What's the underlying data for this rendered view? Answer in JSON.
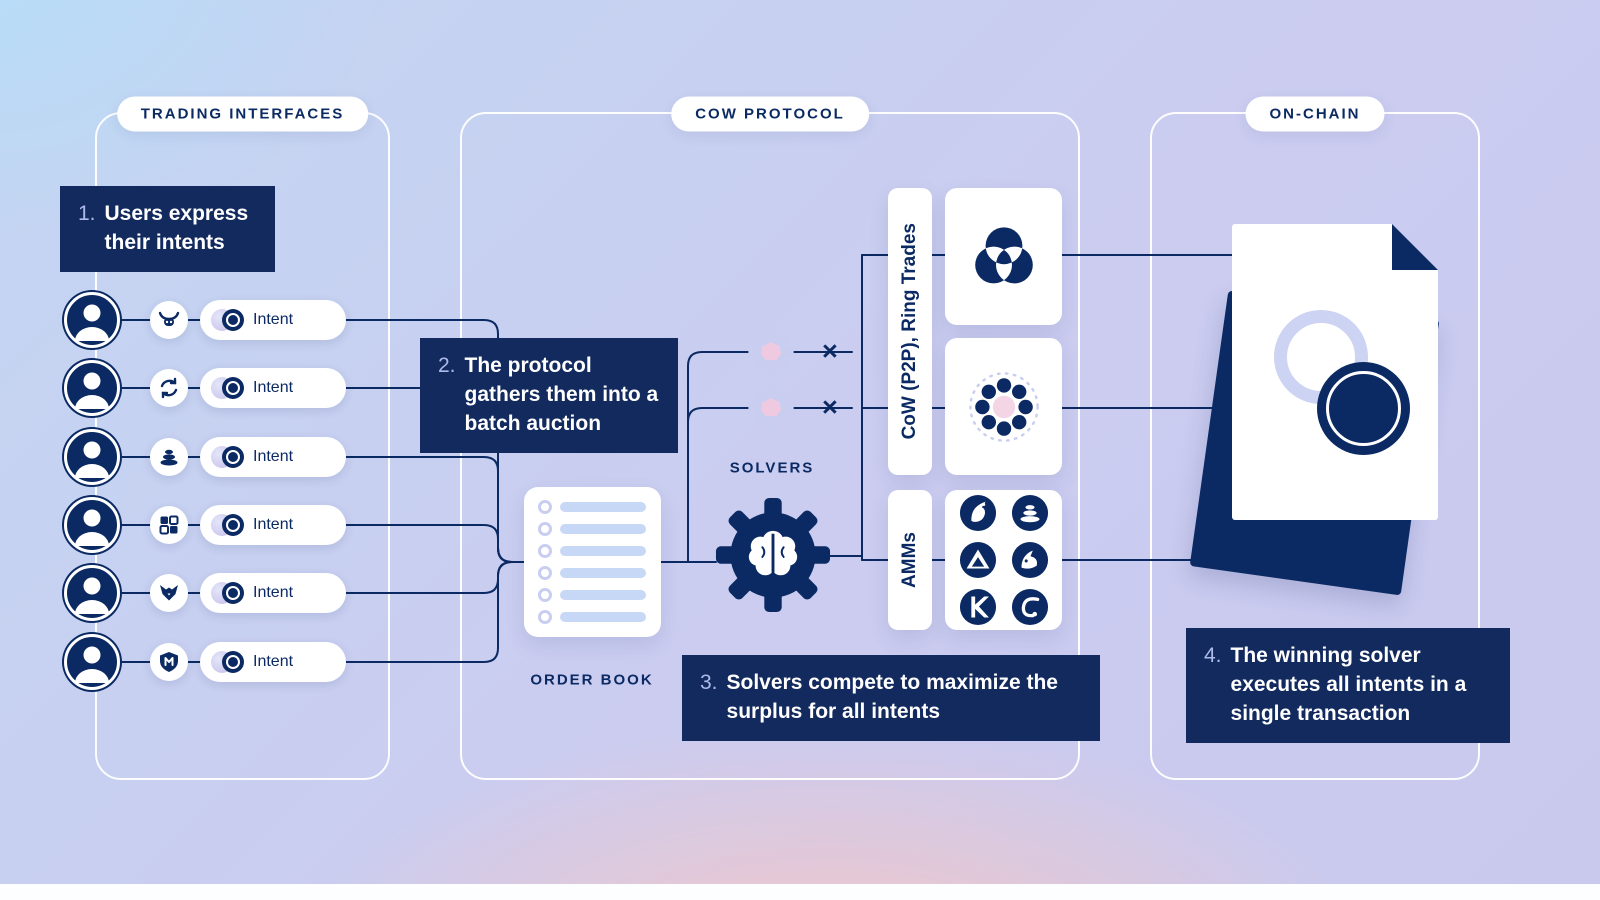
{
  "panels": {
    "trading": {
      "label": "TRADING INTERFACES"
    },
    "protocol": {
      "label": "COW PROTOCOL"
    },
    "onchain": {
      "label": "ON-CHAIN"
    }
  },
  "steps": {
    "one": {
      "num": "1.",
      "text": "Users express their intents"
    },
    "two": {
      "num": "2.",
      "text": "The protocol gathers them into a batch auction"
    },
    "three": {
      "num": "3.",
      "text": "Solvers compete to maximize the surplus for all intents"
    },
    "four": {
      "num": "4.",
      "text": "The winning solver executes all intents in a single transaction"
    }
  },
  "users": [
    {
      "interface_icon": "cowswap-icon",
      "intent": "Intent"
    },
    {
      "interface_icon": "swap-arrows-icon",
      "intent": "Intent"
    },
    {
      "interface_icon": "balancer-icon",
      "intent": "Intent"
    },
    {
      "interface_icon": "squares-icon",
      "intent": "Intent"
    },
    {
      "interface_icon": "shapeshift-fox-icon",
      "intent": "Intent"
    },
    {
      "interface_icon": "shield-icon",
      "intent": "Intent"
    }
  ],
  "order_book": {
    "label": "ORDER BOOK",
    "rows": 6
  },
  "solvers": {
    "label": "SOLVERS",
    "reject_mark": "×"
  },
  "settlement": {
    "cow_ring_label": "CoW (P2P), Ring Trades",
    "amm_label": "AMMs",
    "amm_icons": [
      "uniswap-icon",
      "balancer-icon",
      "bancor-icon",
      "oneinch-icon",
      "kyber-icon",
      "curve-icon"
    ]
  },
  "colors": {
    "navy": "#0b2a63",
    "callout_bg": "#132a5f",
    "lavender": "#c9cef1",
    "pink": "#f3d5e6",
    "bar_blue": "#c7d8f7"
  }
}
